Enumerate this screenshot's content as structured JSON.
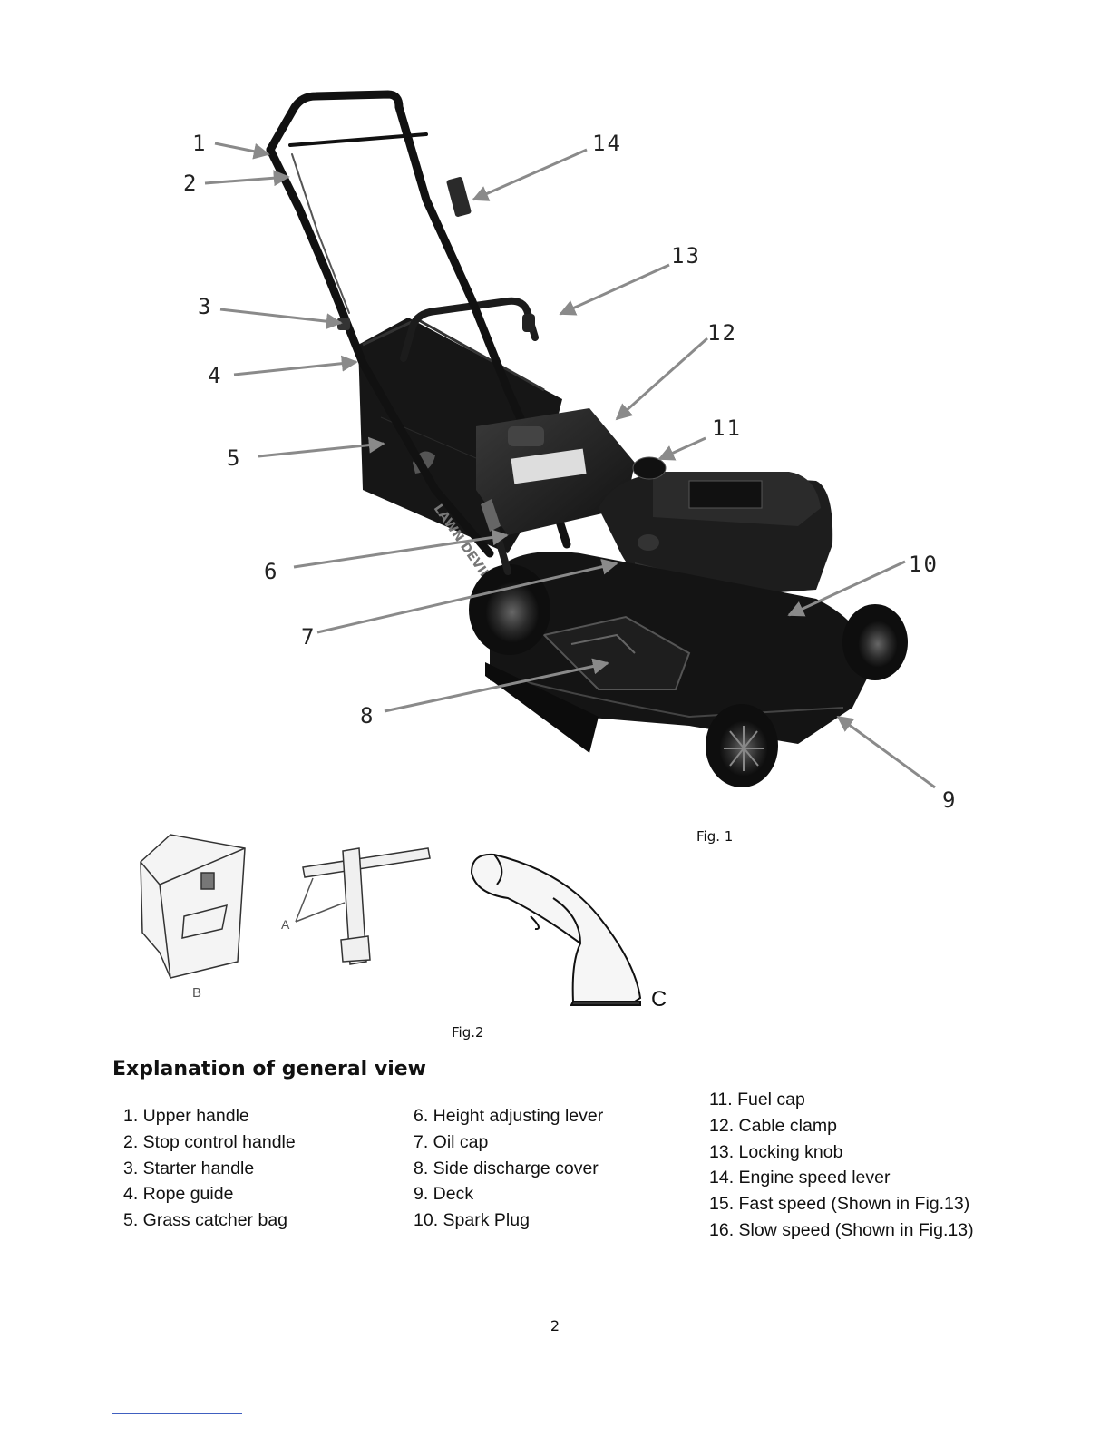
{
  "figure1": {
    "caption": "Fig. 1",
    "callouts": [
      "1",
      "2",
      "3",
      "4",
      "5",
      "6",
      "7",
      "8",
      "9",
      "10",
      "11",
      "12",
      "13",
      "14"
    ]
  },
  "figure2": {
    "caption": "Fig.2",
    "labels": {
      "a": "A",
      "b": "B",
      "c": "C"
    }
  },
  "section": {
    "heading": "Explanation of general view",
    "col1": [
      "1. Upper handle",
      "2. Stop control handle",
      "3. Starter handle",
      "4. Rope guide",
      "5. Grass catcher bag"
    ],
    "col2": [
      "6. Height adjusting lever",
      "7. Oil cap",
      "8. Side discharge cover",
      "9. Deck",
      "10. Spark Plug"
    ],
    "col3": [
      "11. Fuel cap",
      "12. Cable clamp",
      "13. Locking knob",
      "14. Engine speed lever",
      "15. Fast speed (Shown in Fig.13)",
      "16. Slow speed (Shown in Fig.13)"
    ]
  },
  "page_number": "2"
}
